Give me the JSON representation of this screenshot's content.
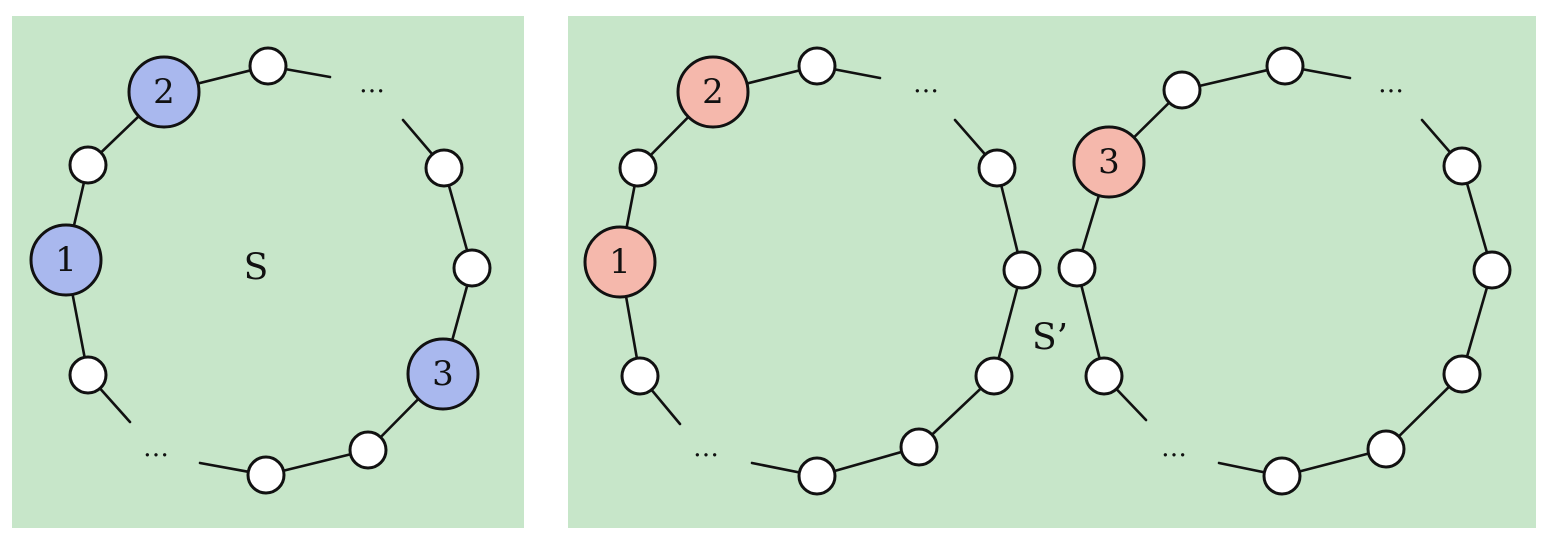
{
  "colors": {
    "panel_background": "#c7e6c9",
    "left_highlight": "#a9b8ee",
    "right_highlight": "#f5b8ac"
  },
  "left_panel": {
    "set_label": "S",
    "labeled_nodes": [
      "1",
      "2",
      "3"
    ],
    "ellipsis": [
      "…",
      "…"
    ]
  },
  "right_panel": {
    "set_label": "S’",
    "labeled_nodes": [
      "1",
      "2",
      "3"
    ],
    "ellipsis": [
      "…",
      "…",
      "…",
      "…"
    ]
  }
}
